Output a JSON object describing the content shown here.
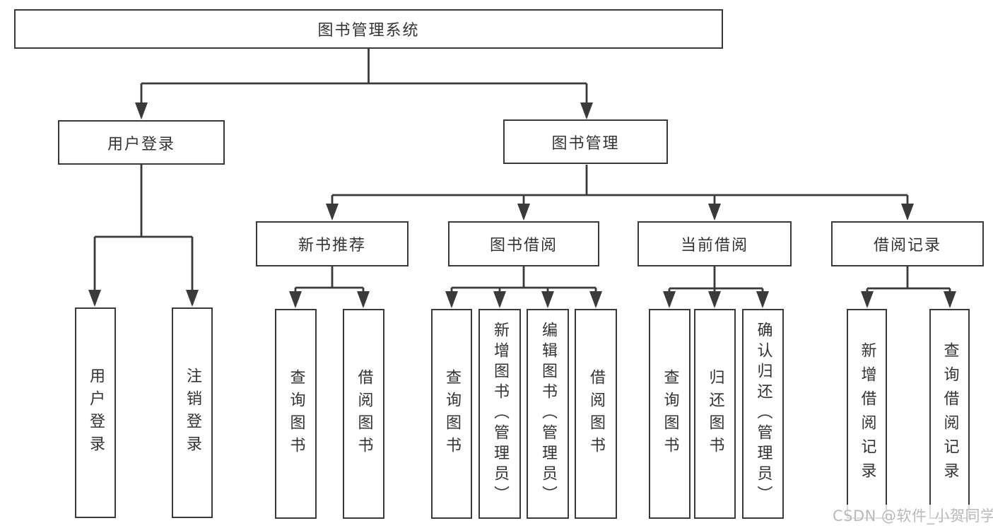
{
  "diagram": {
    "root": "图书管理系统",
    "level2": {
      "user_login": "用户登录",
      "book_management": "图书管理"
    },
    "level3": {
      "new_book_recommend": "新书推荐",
      "book_borrowing": "图书借阅",
      "current_borrowing": "当前借阅",
      "borrowing_records": "借阅记录"
    },
    "leaves": {
      "user_login": "用户登录",
      "logout": "注销登录",
      "query_books_1": "查询图书",
      "borrow_books_1": "借阅图书",
      "query_books_2": "查询图书",
      "add_books_admin": "新增图书（管理员）",
      "edit_books_admin": "编辑图书（管理员）",
      "borrow_books_2": "借阅图书",
      "query_books_3": "查询图书",
      "return_books": "归还图书",
      "confirm_return_admin": "确认归还（管理员）",
      "add_borrow_record": "新增借阅记录",
      "query_borrow_record": "查询借阅记录"
    }
  },
  "watermark": "CSDN @软件_小贺同学",
  "colors": {
    "line": "#3a3a3a",
    "box_border": "#3a3a3a",
    "text": "#333333",
    "watermark": "#b9b9b9",
    "background": "#ffffff"
  }
}
